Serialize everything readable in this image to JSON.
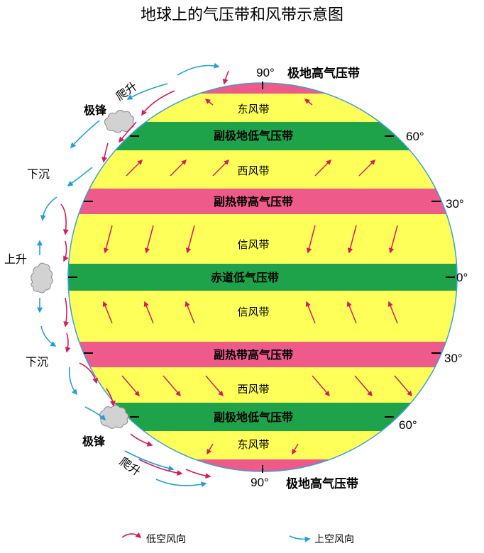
{
  "title": "地球上的气压带和风带示意图",
  "colors": {
    "high_pressure": "#ee5a8a",
    "low_pressure": "#1fa34a",
    "wind_belt": "#ffff5a",
    "low_air_arrow": "#d81b5b",
    "upper_air_arrow": "#1f9fd8",
    "circle_outline": "#3aa0d8",
    "cloud": "#c8c8c8"
  },
  "belts": [
    {
      "key": "polar_high_n",
      "label": "",
      "kind": "high"
    },
    {
      "key": "easterlies_n",
      "label": "东风带",
      "kind": "wind"
    },
    {
      "key": "subpolar_low_n",
      "label": "副极地低气压带",
      "kind": "low"
    },
    {
      "key": "westerlies_n",
      "label": "西风带",
      "kind": "wind"
    },
    {
      "key": "subtropical_high_n",
      "label": "副热带高气压带",
      "kind": "high"
    },
    {
      "key": "trades_n",
      "label": "信风带",
      "kind": "wind"
    },
    {
      "key": "equatorial_low",
      "label": "赤道低气压带",
      "kind": "low"
    },
    {
      "key": "trades_s",
      "label": "信风带",
      "kind": "wind"
    },
    {
      "key": "subtropical_high_s",
      "label": "副热带高气压带",
      "kind": "high"
    },
    {
      "key": "westerlies_s",
      "label": "西风带",
      "kind": "wind"
    },
    {
      "key": "subpolar_low_s",
      "label": "副极地低气压带",
      "kind": "low"
    },
    {
      "key": "easterlies_s",
      "label": "东风带",
      "kind": "wind"
    },
    {
      "key": "polar_high_s",
      "label": "",
      "kind": "high"
    }
  ],
  "labels": {
    "top_lat": "90°",
    "top_belt": "极地高气压带",
    "bottom_lat": "90°",
    "bottom_belt": "极地高气压带",
    "lat_60_n": "60°",
    "lat_30_n": "30°",
    "lat_0": "0°",
    "lat_30_s": "30°",
    "lat_60_s": "60°",
    "polar_front_n": "极锋",
    "polar_front_s": "极锋",
    "climb_n": "爬升",
    "climb_s": "爬升",
    "sink_n": "下沉",
    "sink_s": "下沉",
    "rise": "上升"
  },
  "legend": {
    "low_air": "低空风向",
    "upper_air": "上空风向"
  }
}
